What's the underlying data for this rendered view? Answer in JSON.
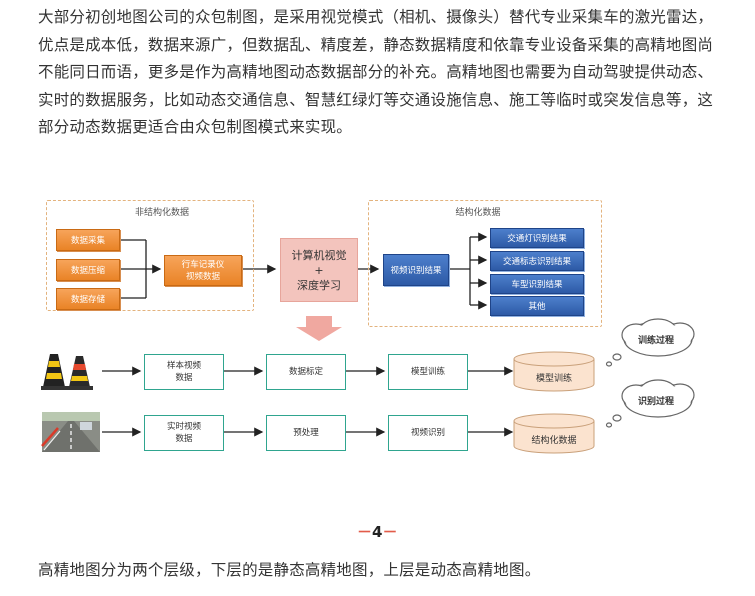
{
  "paragraphs": {
    "intro": "大部分初创地图公司的众包制图，是采用视觉模式（相机、摄像头）替代专业采集车的激光雷达，优点是成本低，数据来源广，但数据乱、精度差，静态数据精度和依靠专业设备采集的高精地图尚不能同日而语，更多是作为高精地图动态数据部分的补充。高精地图也需要为自动驾驶提供动态、实时的数据服务，比如动态交通信息、智慧红绿灯等交通设施信息、施工等临时或突发信息等，这部分动态数据更适合由众包制图模式来实现。",
    "outro": "高精地图分为两个层级，下层的是静态高精地图，上层是动态高精地图。"
  },
  "page_number": {
    "dash_left": "－",
    "number": "4",
    "dash_right": "－"
  },
  "diagram": {
    "unstructured_label": "非结构化数据",
    "structured_label": "结构化数据",
    "collect_box": "数据采集",
    "compress_box": "数据压缩",
    "store_box": "数据存储",
    "recorder_box_line1": "行车记录仪",
    "recorder_box_line2": "视频数据",
    "cv_box_line1": "计算机视觉",
    "cv_box_line2": "+",
    "cv_box_line3": "深度学习",
    "recognition_result_box": "视频识别结果",
    "results": [
      "交通灯识别结果",
      "交通标志识别结果",
      "车型识别结果",
      "其他"
    ],
    "train_row": {
      "sample_line1": "样本视频",
      "sample_line2": "数据",
      "annotate": "数据标定",
      "model_train": "模型训练",
      "cylinder": "模型训练",
      "cloud": "训练过程"
    },
    "recognize_row": {
      "realtime_line1": "实时视频",
      "realtime_line2": "数据",
      "preprocess": "预处理",
      "video_recognition": "视频识别",
      "cylinder": "结构化数据",
      "cloud": "识别过程"
    },
    "colors": {
      "orange": "#ee8a2c",
      "blue": "#2d5aa6",
      "pink": "#f3c4bd",
      "teal": "#2fa58f",
      "cylinder": "#fbe3cf"
    }
  }
}
